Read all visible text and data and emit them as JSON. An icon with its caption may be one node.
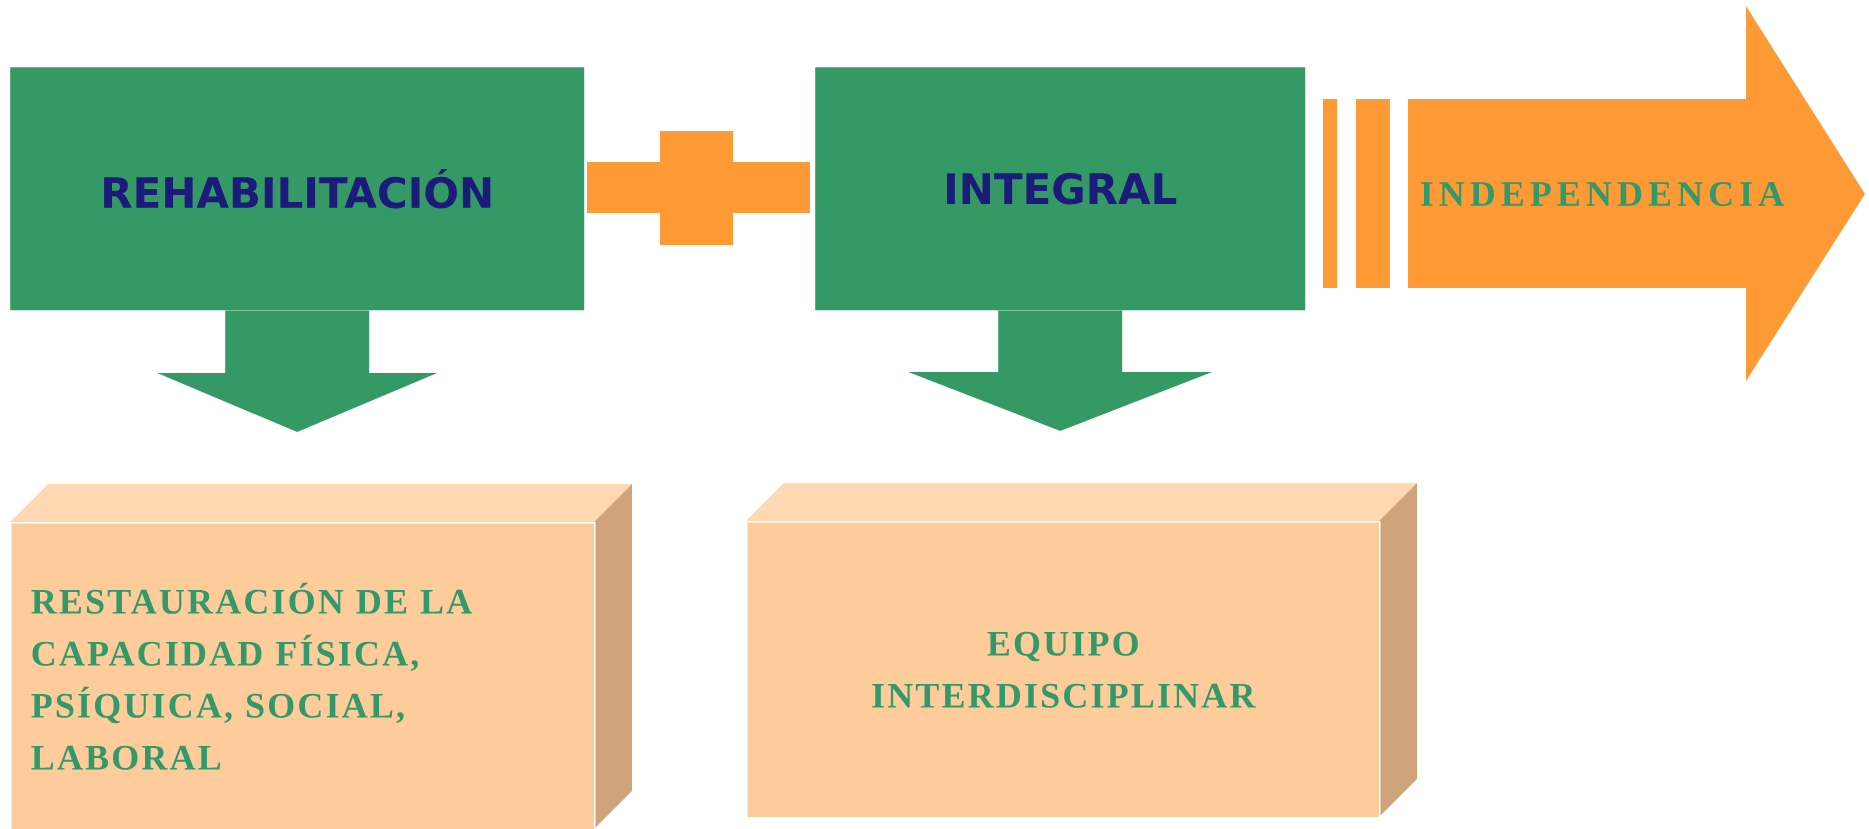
{
  "diagram": {
    "nodes": [
      {
        "text": [
          "REHABILITACIÓN"
        ]
      },
      {
        "text": [],
        "shape": "plus"
      },
      {
        "text": [
          "INTEGRAL"
        ]
      },
      {
        "text": [
          "INDEPENDENCIA"
        ]
      },
      {
        "text": [
          "RESTAURACIÓN DE LA CAPACIDAD FÍSICA, PSÍQUICA, SOCIAL, LABORAL"
        ]
      },
      {
        "text": [
          "EQUIPO INTERDISCIPLINAR"
        ]
      }
    ],
    "edges": [
      {
        "from": 0,
        "to": 4,
        "arrow": "to"
      },
      {
        "from": 2,
        "to": 5,
        "arrow": "to"
      }
    ]
  }
}
